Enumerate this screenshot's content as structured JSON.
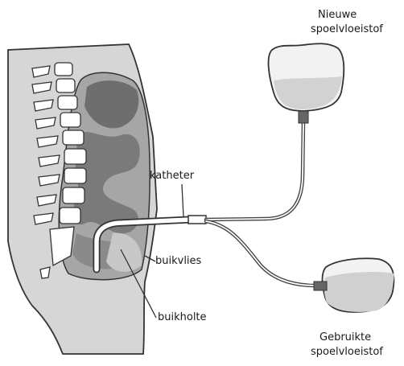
{
  "labels": {
    "new_fluid_line1": "Nieuwe",
    "new_fluid_line2": "spoelvloeistof",
    "used_fluid_line1": "Gebruikte",
    "used_fluid_line2": "spoelvloeistof",
    "catheter": "katheter",
    "peritoneum": "buikvlies",
    "abdominal_cavity": "buikholte"
  },
  "colors": {
    "body_fill": "#d6d6d6",
    "cavity_fill": "#9a9a9a",
    "organ_dark": "#6e6e6e",
    "bone_fill": "#ffffff",
    "outline": "#333333",
    "bag_fill": "#f4f4f4",
    "tube": "#444444"
  }
}
